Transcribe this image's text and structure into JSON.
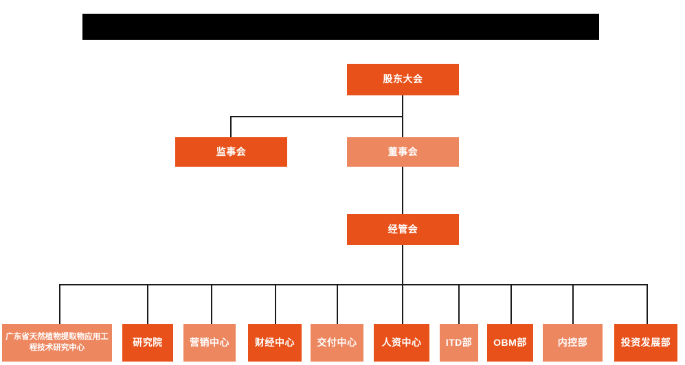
{
  "page": {
    "title_bar": {
      "name": "redacted-title-bar",
      "text": "",
      "redacted": true,
      "color": "#000000"
    },
    "background": "#ffffff"
  },
  "palette": {
    "dark_orange": "#E8521A",
    "light_orange": "#ED8760",
    "connector": "#1a1a1a",
    "text": "#ffffff"
  },
  "chart_data": {
    "type": "org-chart",
    "title": "",
    "orientation": "top-down",
    "levels": [
      {
        "level": 1,
        "nodes": [
          {
            "id": "shareholders",
            "label": "股东大会",
            "style": "dark"
          }
        ]
      },
      {
        "level": 2,
        "nodes": [
          {
            "id": "supervisors",
            "label": "监事会",
            "style": "dark"
          },
          {
            "id": "directors",
            "label": "董事会",
            "style": "light"
          }
        ]
      },
      {
        "level": 3,
        "nodes": [
          {
            "id": "management",
            "label": "经管会",
            "style": "dark"
          }
        ]
      },
      {
        "level": 4,
        "nodes": [
          {
            "id": "research-center",
            "label": "广东省天然植物提取物应用工程技术研究中心",
            "style": "light"
          },
          {
            "id": "institute",
            "label": "研究院",
            "style": "dark"
          },
          {
            "id": "marketing-center",
            "label": "营销中心",
            "style": "light"
          },
          {
            "id": "finance-center",
            "label": "财经中心",
            "style": "dark"
          },
          {
            "id": "delivery-center",
            "label": "交付中心",
            "style": "light"
          },
          {
            "id": "hr-center",
            "label": "人资中心",
            "style": "dark"
          },
          {
            "id": "itd-dept",
            "label": "ITD部",
            "style": "light"
          },
          {
            "id": "obm-dept",
            "label": "OBM部",
            "style": "dark"
          },
          {
            "id": "internal-control-dept",
            "label": "内控部",
            "style": "light"
          },
          {
            "id": "investment-development-dept",
            "label": "投资发展部",
            "style": "dark"
          }
        ]
      }
    ],
    "edges": [
      {
        "from": "shareholders",
        "to": "supervisors"
      },
      {
        "from": "shareholders",
        "to": "directors"
      },
      {
        "from": "directors",
        "to": "management"
      },
      {
        "from": "management",
        "to": "research-center"
      },
      {
        "from": "management",
        "to": "institute"
      },
      {
        "from": "management",
        "to": "marketing-center"
      },
      {
        "from": "management",
        "to": "finance-center"
      },
      {
        "from": "management",
        "to": "delivery-center"
      },
      {
        "from": "management",
        "to": "hr-center"
      },
      {
        "from": "management",
        "to": "itd-dept"
      },
      {
        "from": "management",
        "to": "obm-dept"
      },
      {
        "from": "management",
        "to": "internal-control-dept"
      },
      {
        "from": "management",
        "to": "investment-development-dept"
      }
    ]
  }
}
